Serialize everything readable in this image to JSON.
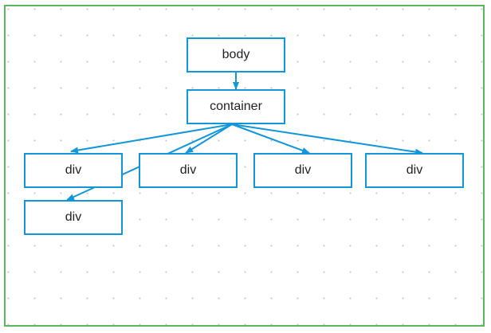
{
  "diagram": {
    "colors": {
      "node_border": "#1296db",
      "edge": "#1296db",
      "frame_border": "#5cb85c",
      "grid_dot": "#c9c9c9"
    },
    "nodes": [
      {
        "id": "body",
        "label": "body"
      },
      {
        "id": "container",
        "label": "container"
      },
      {
        "id": "div1",
        "label": "div"
      },
      {
        "id": "div2",
        "label": "div"
      },
      {
        "id": "div3",
        "label": "div"
      },
      {
        "id": "div4",
        "label": "div"
      },
      {
        "id": "div5",
        "label": "div"
      }
    ],
    "edges": [
      {
        "from": "body",
        "to": "container"
      },
      {
        "from": "container",
        "to": "div1"
      },
      {
        "from": "container",
        "to": "div2"
      },
      {
        "from": "container",
        "to": "div3"
      },
      {
        "from": "container",
        "to": "div4"
      },
      {
        "from": "container",
        "to": "div5"
      }
    ]
  }
}
